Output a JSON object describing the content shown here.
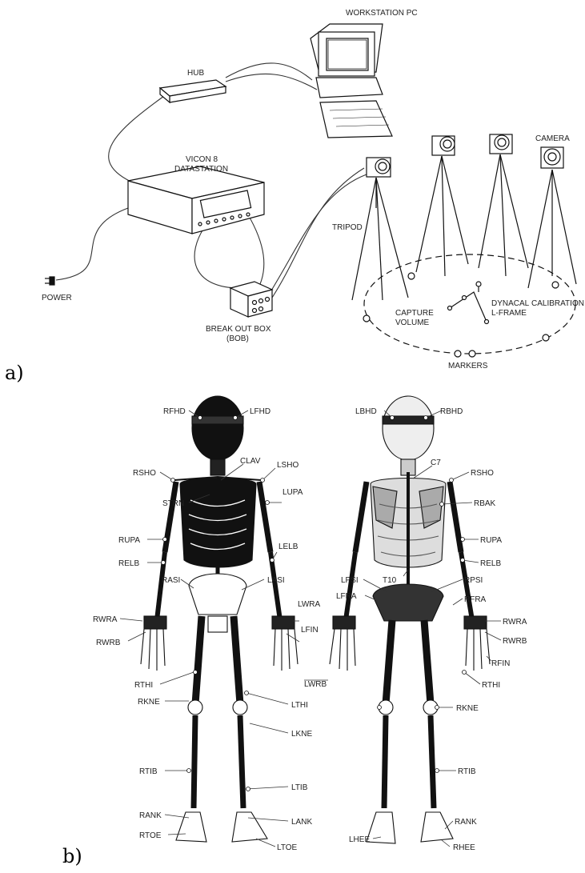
{
  "panel_a": {
    "tag": "a)",
    "labels": {
      "workstation": "WORKSTATION PC",
      "hub": "HUB",
      "datastation_1": "VICON 8",
      "datastation_2": "DATASTATION",
      "power": "POWER",
      "bob_1": "BREAK OUT BOX",
      "bob_2": "(BOB)",
      "tripod": "TRIPOD",
      "camera": "CAMERA",
      "capture_1": "CAPTURE",
      "capture_2": "VOLUME",
      "lframe_1": "DYNACAL",
      "lframe_2": "L-FRAME",
      "calibration": "CALIBRATION",
      "markers": "MARKERS"
    }
  },
  "panel_b": {
    "tag": "b)",
    "front_labels": {
      "rfhd": "RFHD",
      "lfhd": "LFHD",
      "clav": "CLAV",
      "rsho": "RSHO",
      "lsho": "LSHO",
      "strn": "STRN",
      "lupa": "LUPA",
      "rupa": "RUPA",
      "relb": "RELB",
      "lelb": "LELB",
      "rasi": "RASI",
      "lasi": "LASI",
      "rwra": "RWRA",
      "lwra": "LWRA",
      "rwrb": "RWRB",
      "lfin": "LFIN",
      "lwrb": "LWRB",
      "rthi": "RTHI",
      "lthi": "LTHI",
      "rkne": "RKNE",
      "lkne": "LKNE",
      "rtib": "RTIB",
      "ltib": "LTIB",
      "rank": "RANK",
      "lank": "LANK",
      "rtoe": "RTOE",
      "ltoe": "LTOE"
    },
    "back_labels": {
      "lbhd": "LBHD",
      "rbhd": "RBHD",
      "c7": "C7",
      "rsho": "RSHO",
      "rbak": "RBAK",
      "rupa": "RUPA",
      "relb": "RELB",
      "lpsi": "LPSI",
      "t10": "T10",
      "rpsi": "RPSI",
      "lfra": "LFRA",
      "rfra": "RFRA",
      "rwra": "RWRA",
      "rwrb": "RWRB",
      "rfin": "RFIN",
      "rthi": "RTHI",
      "rkne": "RKNE",
      "rtib": "RTIB",
      "rank": "RANK",
      "lhee": "LHEE",
      "rhee": "RHEE"
    }
  }
}
